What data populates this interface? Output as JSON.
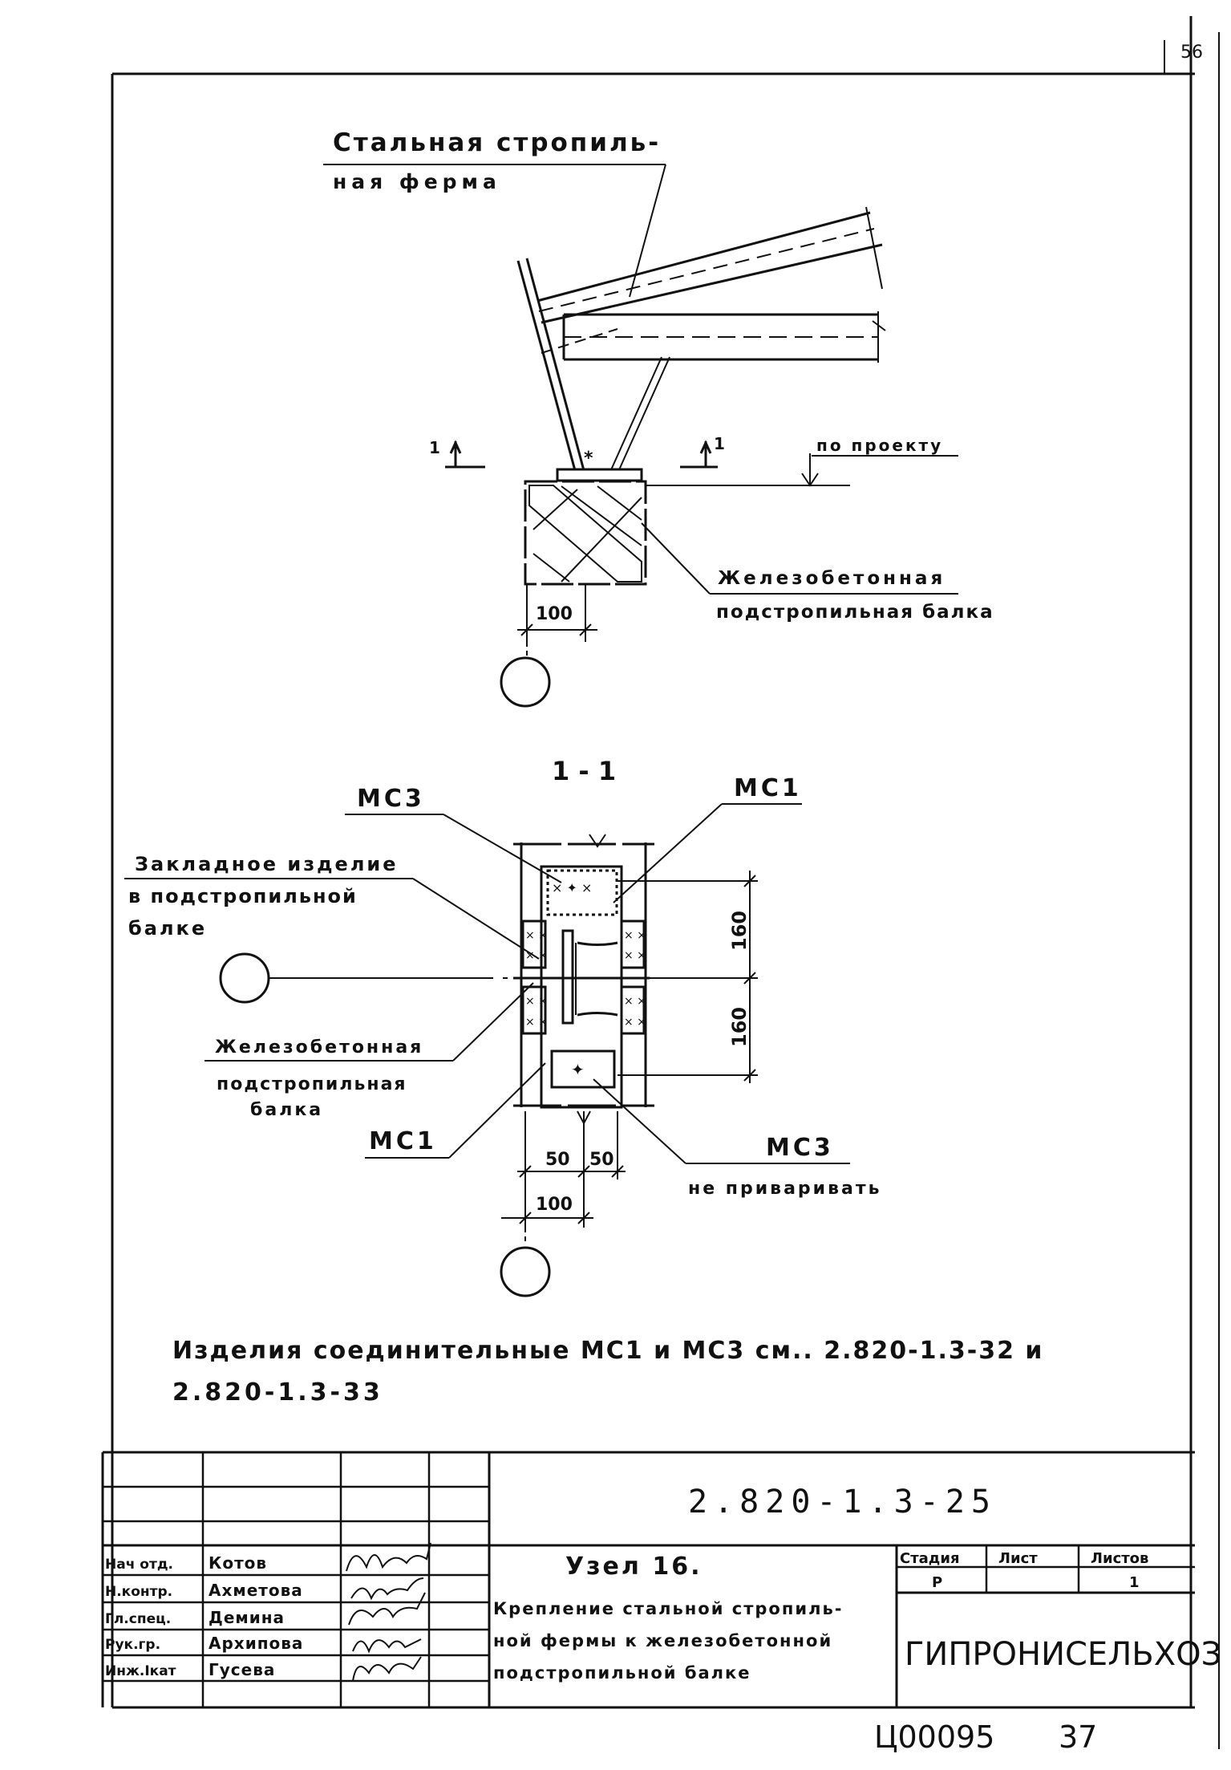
{
  "sheet_corner_number": "56",
  "top_view": {
    "truss_label_line1": "Стальная стропиль-",
    "truss_label_line2": "ная ферма",
    "section_mark_left": "1",
    "section_mark_right": "1",
    "level_label": "по проекту",
    "beam_label_line1": "Железобетонная",
    "beam_label_line2": "подстропильная балка",
    "dim_100": "100"
  },
  "section_view": {
    "title": "1 - 1",
    "label_mc3_top": "МС3",
    "label_mc1_top": "МС1",
    "embedded_line1": "Закладное изделие",
    "embedded_line2": "в подстропильной",
    "embedded_line3": "балке",
    "beam_line1": "Железобетонная",
    "beam_line2": "подстропильная",
    "beam_line3": "балка",
    "label_mc1_bottom": "МС1",
    "label_mc3_bottom": "МС3",
    "no_weld_note": "не приваривать",
    "dim_160_top": "160",
    "dim_160_bottom": "160",
    "dim_50_left": "50",
    "dim_50_right": "50",
    "dim_100": "100"
  },
  "note_line1": "Изделия соединительные МС1 и МС3  см.. 2.820-1.3-32 и",
  "note_line2": "2.820-1.3-33",
  "title_block": {
    "doc_code": "2.820-1.3-25",
    "roles": [
      "Нач отд.",
      "Н.контр.",
      "Гл.спец.",
      "Рук.гр.",
      "Инж.Ікат"
    ],
    "names": [
      "Котов",
      "Ахметова",
      "Демина",
      "Архипова",
      "Гусева"
    ],
    "title_main": "Узел 16.",
    "title_line1": "Крепление стальной стропиль-",
    "title_line2": "ной фермы к железобетонной",
    "title_line3": "подстропильной балке",
    "stage_header": "Стадия",
    "sheet_header": "Лист",
    "sheets_header": "Листов",
    "stage_value": "Р",
    "sheets_value": "1",
    "organization": "ГИПРОНИСЕЛЬХОЗ"
  },
  "stamp_code": "Ц00095",
  "page_number": "37"
}
